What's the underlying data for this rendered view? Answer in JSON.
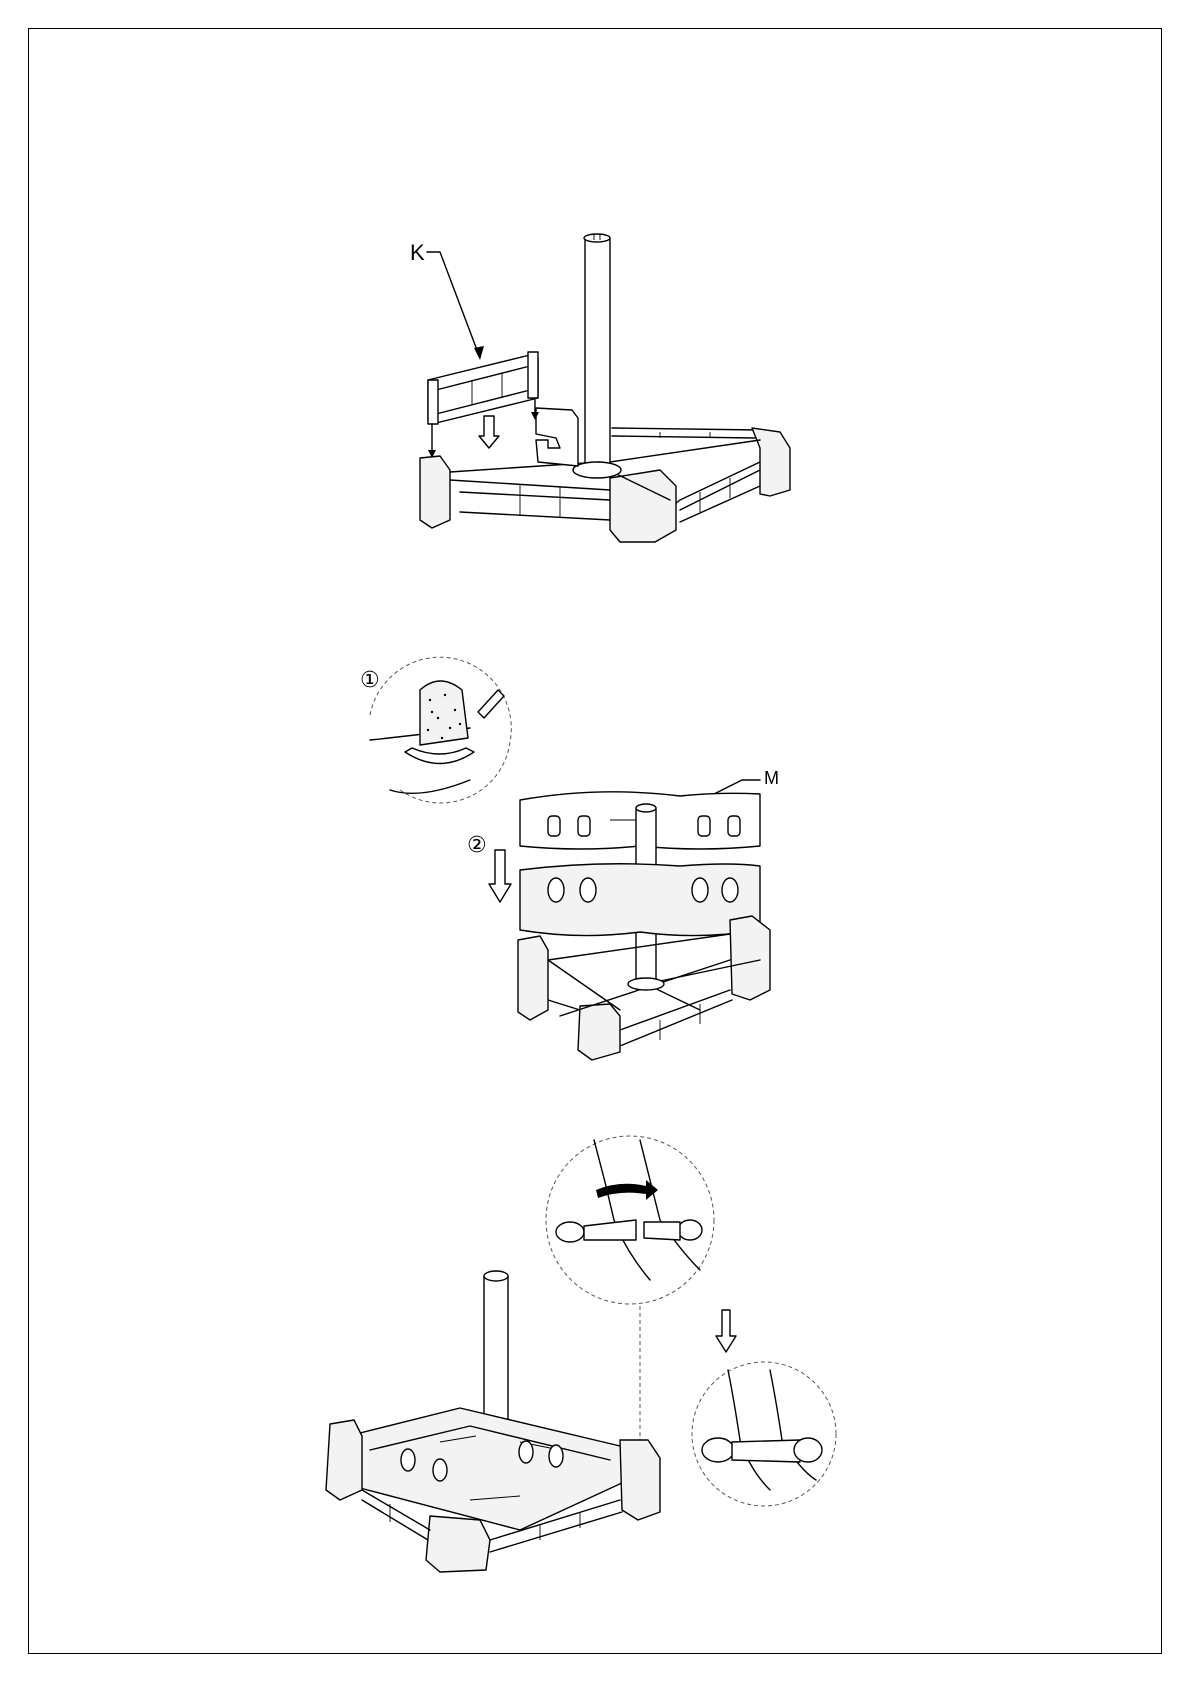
{
  "labels": {
    "part_k": "K",
    "part_m": "M",
    "step_1": "①",
    "step_2": "②"
  },
  "colors": {
    "line": "#000000",
    "paper": "#ffffff"
  }
}
